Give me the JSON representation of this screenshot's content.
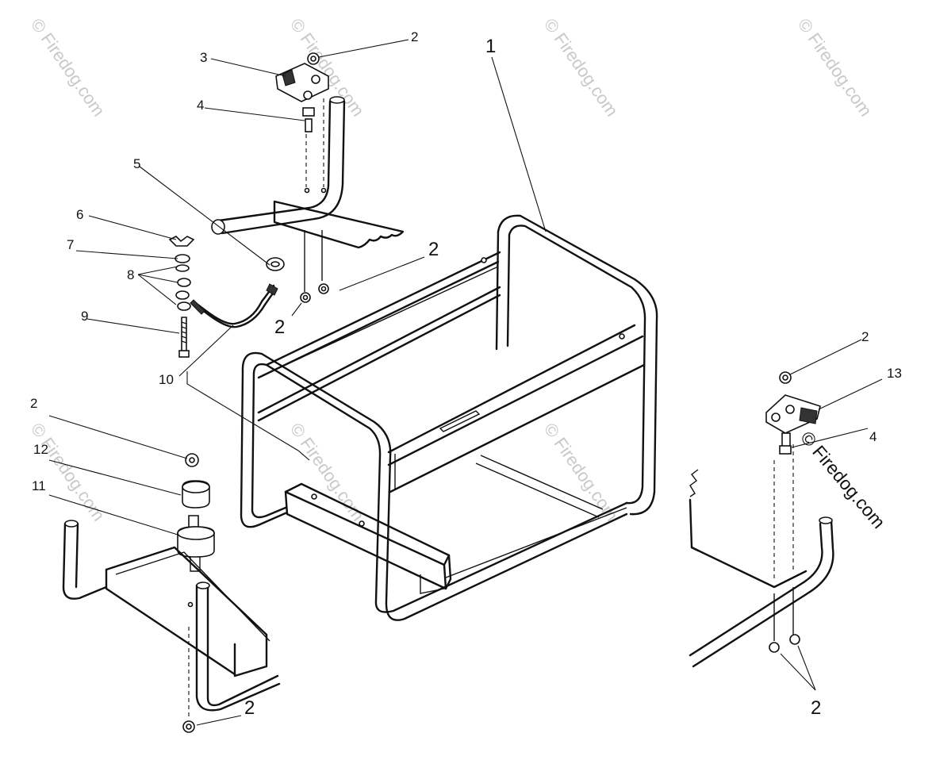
{
  "callouts": {
    "c1": "1",
    "c2_top": "2",
    "c3": "3",
    "c4_top": "4",
    "c5": "5",
    "c6": "6",
    "c7": "7",
    "c8": "8",
    "c9": "9",
    "c10": "10",
    "c2_mid_right": "2",
    "c2_mid_left": "2",
    "c2_left": "2",
    "c12": "12",
    "c11": "11",
    "c2_bottom": "2",
    "c2_right_top": "2",
    "c13": "13",
    "c4_right": "4",
    "c2_right_bottom": "2"
  },
  "watermark": {
    "text": "© Firedog.com",
    "strong_text": "© Firedog.com"
  }
}
